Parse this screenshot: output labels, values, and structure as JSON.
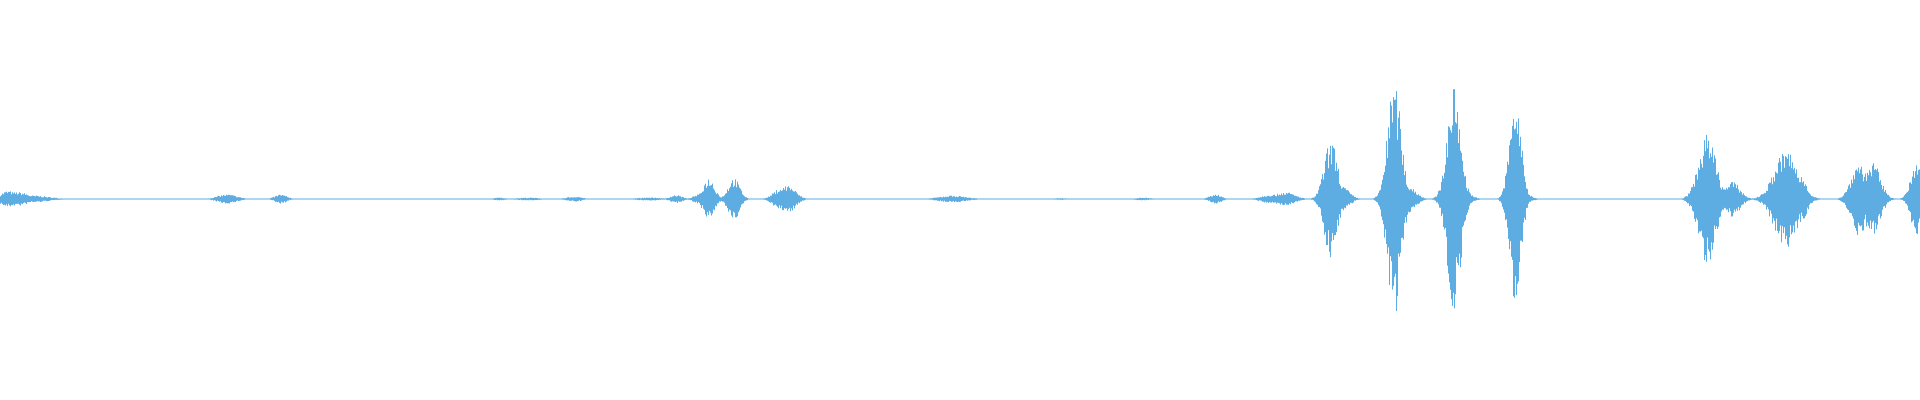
{
  "waveform": {
    "color": "#5dade2",
    "background": "#ffffff",
    "baseline_amplitude": 0.004,
    "amplitude_range": [
      -1,
      1
    ],
    "bursts": [
      {
        "t": 0.004,
        "w": 0.004,
        "a": 0.07
      },
      {
        "t": 0.009,
        "w": 0.006,
        "a": 0.06
      },
      {
        "t": 0.017,
        "w": 0.008,
        "a": 0.03
      },
      {
        "t": 0.118,
        "w": 0.005,
        "a": 0.04
      },
      {
        "t": 0.146,
        "w": 0.003,
        "a": 0.04
      },
      {
        "t": 0.26,
        "w": 0.003,
        "a": 0.012
      },
      {
        "t": 0.275,
        "w": 0.006,
        "a": 0.012
      },
      {
        "t": 0.297,
        "w": 0.003,
        "a": 0.018
      },
      {
        "t": 0.3,
        "w": 0.003,
        "a": 0.022
      },
      {
        "t": 0.338,
        "w": 0.006,
        "a": 0.014
      },
      {
        "t": 0.352,
        "w": 0.003,
        "a": 0.035
      },
      {
        "t": 0.364,
        "w": 0.003,
        "a": 0.04
      },
      {
        "t": 0.369,
        "w": 0.003,
        "a": 0.18
      },
      {
        "t": 0.382,
        "w": 0.003,
        "a": 0.18
      },
      {
        "t": 0.407,
        "w": 0.004,
        "a": 0.1
      },
      {
        "t": 0.41,
        "w": 0.004,
        "a": 0.12
      },
      {
        "t": 0.496,
        "w": 0.007,
        "a": 0.03
      },
      {
        "t": 0.553,
        "w": 0.004,
        "a": 0.008
      },
      {
        "t": 0.595,
        "w": 0.004,
        "a": 0.012
      },
      {
        "t": 0.633,
        "w": 0.003,
        "a": 0.04
      },
      {
        "t": 0.662,
        "w": 0.005,
        "a": 0.04
      },
      {
        "t": 0.669,
        "w": 0.005,
        "a": 0.06
      },
      {
        "t": 0.693,
        "w": 0.0035,
        "a": 0.5
      },
      {
        "t": 0.698,
        "w": 0.004,
        "a": 0.12
      },
      {
        "t": 0.726,
        "w": 0.0035,
        "a": 1.0
      },
      {
        "t": 0.733,
        "w": 0.004,
        "a": 0.12
      },
      {
        "t": 0.757,
        "w": 0.0035,
        "a": 0.95
      },
      {
        "t": 0.761,
        "w": 0.004,
        "a": 0.1
      },
      {
        "t": 0.789,
        "w": 0.003,
        "a": 0.88
      },
      {
        "t": 0.791,
        "w": 0.004,
        "a": 0.1
      },
      {
        "t": 0.889,
        "w": 0.0045,
        "a": 0.55
      },
      {
        "t": 0.902,
        "w": 0.004,
        "a": 0.15
      },
      {
        "t": 0.93,
        "w": 0.006,
        "a": 0.42
      },
      {
        "t": 0.938,
        "w": 0.003,
        "a": 0.2
      },
      {
        "t": 0.968,
        "w": 0.004,
        "a": 0.32
      },
      {
        "t": 0.975,
        "w": 0.004,
        "a": 0.32
      },
      {
        "t": 0.998,
        "w": 0.003,
        "a": 0.3
      }
    ]
  }
}
